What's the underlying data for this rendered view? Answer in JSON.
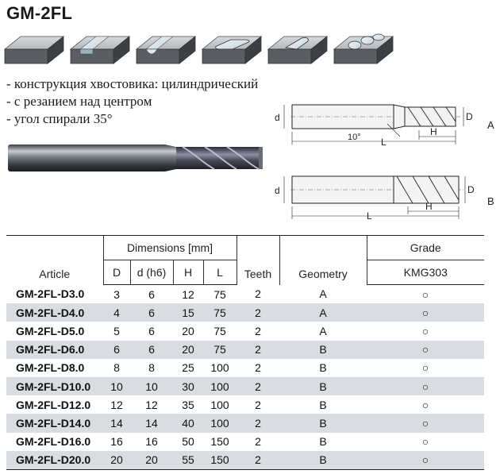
{
  "title": "GM-2FL",
  "features": [
    "- конструкция хвостовика: цилиндрический",
    "- с резанием над центром",
    "- угол спирали 35°"
  ],
  "drawing": {
    "label_a": "A",
    "label_b": "B",
    "dim_d": "d",
    "dim_D": "D",
    "dim_H": "H",
    "dim_L": "L",
    "angle": "10°"
  },
  "table": {
    "header": {
      "article": "Article",
      "dimensions": "Dimensions [mm]",
      "D": "D",
      "d": "d (h6)",
      "H": "H",
      "L": "L",
      "teeth": "Teeth",
      "geometry": "Geometry",
      "grade": "Grade",
      "grade_name": "KMG303"
    },
    "rows": [
      {
        "article": "GM-2FL-D3.0",
        "D": "3",
        "d": "6",
        "H": "12",
        "L": "75",
        "teeth": "2",
        "geometry": "A",
        "grade": "○"
      },
      {
        "article": "GM-2FL-D4.0",
        "D": "4",
        "d": "6",
        "H": "15",
        "L": "75",
        "teeth": "2",
        "geometry": "A",
        "grade": "○"
      },
      {
        "article": "GM-2FL-D5.0",
        "D": "5",
        "d": "6",
        "H": "20",
        "L": "75",
        "teeth": "2",
        "geometry": "A",
        "grade": "○"
      },
      {
        "article": "GM-2FL-D6.0",
        "D": "6",
        "d": "6",
        "H": "20",
        "L": "75",
        "teeth": "2",
        "geometry": "B",
        "grade": "○"
      },
      {
        "article": "GM-2FL-D8.0",
        "D": "8",
        "d": "8",
        "H": "25",
        "L": "100",
        "teeth": "2",
        "geometry": "B",
        "grade": "○"
      },
      {
        "article": "GM-2FL-D10.0",
        "D": "10",
        "d": "10",
        "H": "30",
        "L": "100",
        "teeth": "2",
        "geometry": "B",
        "grade": "○"
      },
      {
        "article": "GM-2FL-D12.0",
        "D": "12",
        "d": "12",
        "H": "35",
        "L": "100",
        "teeth": "2",
        "geometry": "B",
        "grade": "○"
      },
      {
        "article": "GM-2FL-D14.0",
        "D": "14",
        "d": "14",
        "H": "40",
        "L": "100",
        "teeth": "2",
        "geometry": "B",
        "grade": "○"
      },
      {
        "article": "GM-2FL-D16.0",
        "D": "16",
        "d": "16",
        "H": "50",
        "L": "150",
        "teeth": "2",
        "geometry": "B",
        "grade": "○"
      },
      {
        "article": "GM-2FL-D20.0",
        "D": "20",
        "d": "20",
        "H": "55",
        "L": "150",
        "teeth": "2",
        "geometry": "B",
        "grade": "○"
      }
    ]
  }
}
